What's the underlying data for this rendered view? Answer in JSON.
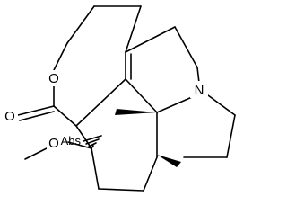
{
  "molecule": {
    "atoms": {
      "ring_oxygen": "O",
      "carbonyl_oxygen": "O",
      "methoxy_oxygen": "O",
      "nitrogen": "N"
    },
    "stereo_flag": "Abs"
  }
}
